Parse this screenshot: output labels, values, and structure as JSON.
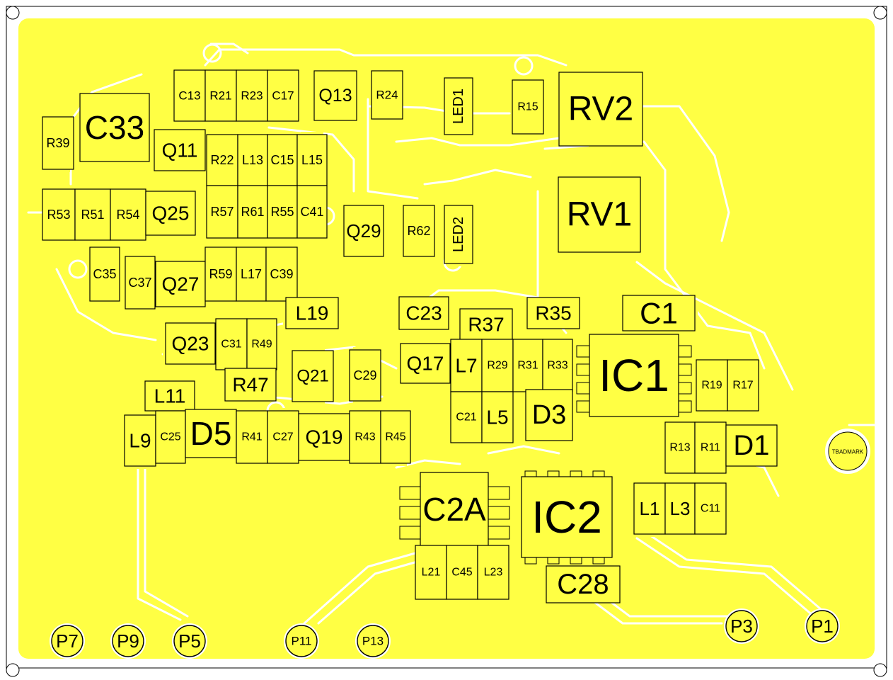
{
  "colors": {
    "copper": "#ffff44",
    "ink": "#000000",
    "board": "#ffffff"
  },
  "components": [
    {
      "ref": "C13"
    },
    {
      "ref": "R21"
    },
    {
      "ref": "R23"
    },
    {
      "ref": "C17"
    },
    {
      "ref": "Q13"
    },
    {
      "ref": "R24"
    },
    {
      "ref": "LED1"
    },
    {
      "ref": "R15"
    },
    {
      "ref": "RV2"
    },
    {
      "ref": "C33"
    },
    {
      "ref": "R39"
    },
    {
      "ref": "Q11"
    },
    {
      "ref": "R22"
    },
    {
      "ref": "L13"
    },
    {
      "ref": "C15"
    },
    {
      "ref": "L15"
    },
    {
      "ref": "R53"
    },
    {
      "ref": "R51"
    },
    {
      "ref": "R54"
    },
    {
      "ref": "Q25"
    },
    {
      "ref": "R57"
    },
    {
      "ref": "R61"
    },
    {
      "ref": "R55"
    },
    {
      "ref": "C41"
    },
    {
      "ref": "Q29"
    },
    {
      "ref": "R62"
    },
    {
      "ref": "LED2"
    },
    {
      "ref": "RV1"
    },
    {
      "ref": "C35"
    },
    {
      "ref": "C37"
    },
    {
      "ref": "Q27"
    },
    {
      "ref": "R59"
    },
    {
      "ref": "L17"
    },
    {
      "ref": "C39"
    },
    {
      "ref": "L19"
    },
    {
      "ref": "C23"
    },
    {
      "ref": "R37"
    },
    {
      "ref": "R35"
    },
    {
      "ref": "C1"
    },
    {
      "ref": "Q23"
    },
    {
      "ref": "C31"
    },
    {
      "ref": "R49"
    },
    {
      "ref": "R47"
    },
    {
      "ref": "Q21"
    },
    {
      "ref": "C29"
    },
    {
      "ref": "Q17"
    },
    {
      "ref": "L7"
    },
    {
      "ref": "R29"
    },
    {
      "ref": "R31"
    },
    {
      "ref": "R33"
    },
    {
      "ref": "IC1"
    },
    {
      "ref": "R19"
    },
    {
      "ref": "R17"
    },
    {
      "ref": "L11"
    },
    {
      "ref": "L9"
    },
    {
      "ref": "C25"
    },
    {
      "ref": "D5"
    },
    {
      "ref": "R41"
    },
    {
      "ref": "C27"
    },
    {
      "ref": "Q19"
    },
    {
      "ref": "R43"
    },
    {
      "ref": "R45"
    },
    {
      "ref": "C21"
    },
    {
      "ref": "L5"
    },
    {
      "ref": "D3"
    },
    {
      "ref": "R13"
    },
    {
      "ref": "R11"
    },
    {
      "ref": "D1"
    },
    {
      "ref": "C2A"
    },
    {
      "ref": "IC2"
    },
    {
      "ref": "L1"
    },
    {
      "ref": "L3"
    },
    {
      "ref": "C11"
    },
    {
      "ref": "L21"
    },
    {
      "ref": "C45"
    },
    {
      "ref": "L23"
    },
    {
      "ref": "C28"
    }
  ],
  "pads": [
    {
      "ref": "P7"
    },
    {
      "ref": "P9"
    },
    {
      "ref": "P5"
    },
    {
      "ref": "P11"
    },
    {
      "ref": "P13"
    },
    {
      "ref": "P3"
    },
    {
      "ref": "P1"
    }
  ],
  "mark": {
    "text": "TBADMARK"
  }
}
